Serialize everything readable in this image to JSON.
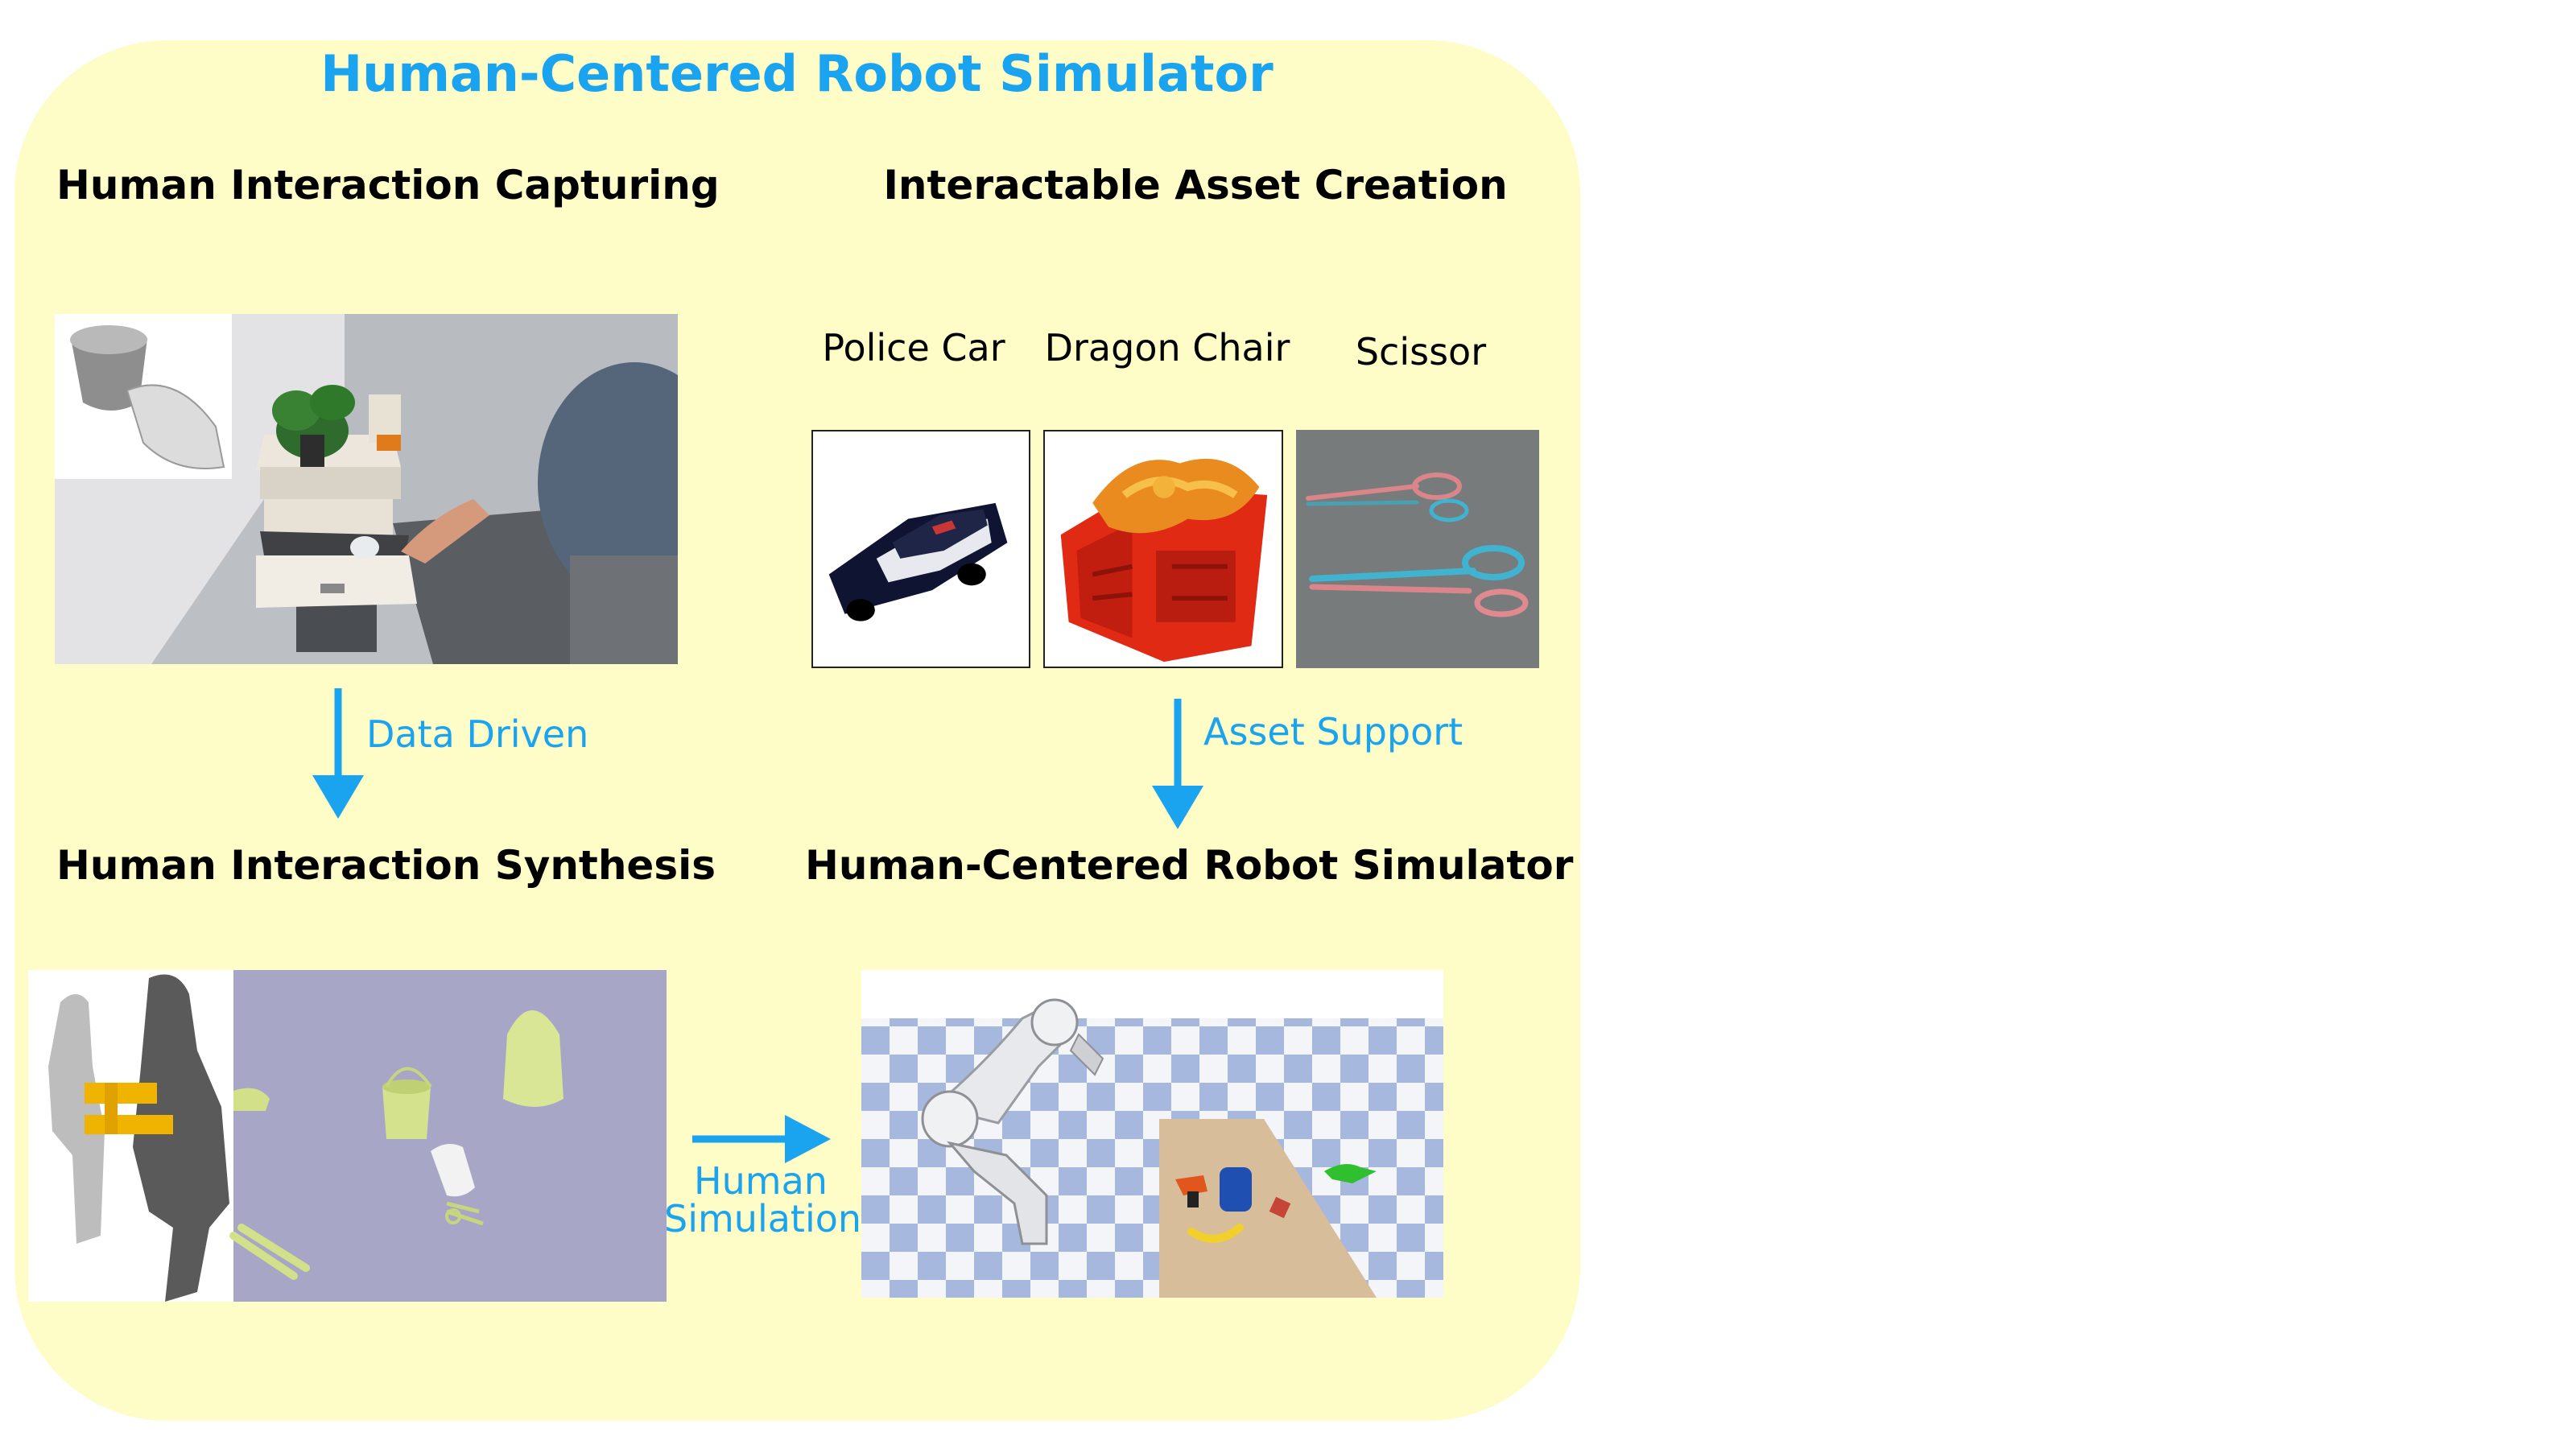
{
  "title": "Human-Centered Robot Simulator",
  "sections": {
    "capture": "Human Interaction Capturing",
    "assets": "Interactable Asset Creation",
    "synthesis": "Human Interaction Synthesis",
    "simulator": "Human-Centered Robot Simulator"
  },
  "assets": [
    {
      "label": "Police Car"
    },
    {
      "label": "Dragon Chair"
    },
    {
      "label": "Scissor"
    }
  ],
  "arrows": {
    "data_driven": "Data Driven",
    "asset_support": "Asset Support",
    "human_simulation_line1": "Human",
    "human_simulation_line2": "Simulation"
  },
  "colors": {
    "panel": "#fefcc7",
    "accent": "#1aa3ee",
    "text": "#000000"
  }
}
